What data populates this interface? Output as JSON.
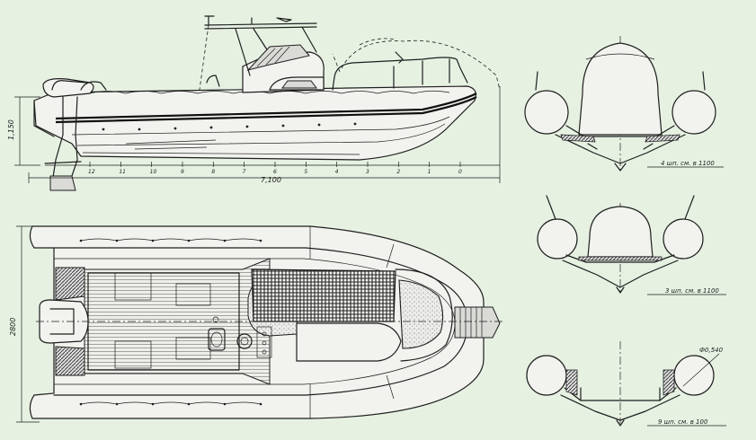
{
  "side_view": {
    "length_label": "7,100",
    "height_label": "1,150",
    "frame_numbers": [
      "12",
      "11",
      "10",
      "9",
      "8",
      "7",
      "6",
      "5",
      "4",
      "3",
      "2",
      "1",
      "0"
    ]
  },
  "plan_view": {
    "beam_label": "2800"
  },
  "sections": [
    {
      "label": "4 шп. см. в 1100"
    },
    {
      "label": "3 шп. см. в 1100"
    },
    {
      "label": "9 шп. см. в 100"
    }
  ],
  "tube_diameter_label": "Ф0,540",
  "colors": {
    "background": "#e6f1e2",
    "ink": "#1e1e1e"
  }
}
